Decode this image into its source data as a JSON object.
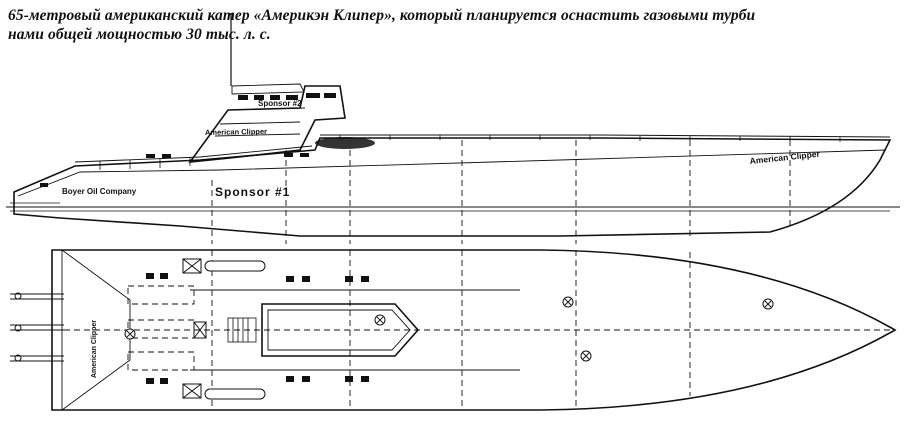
{
  "caption": {
    "line1": "65-метровый американский катер «Америкэн Клипер», который планируется оснастить газовыми турби",
    "line2": "нами общей мощностью 30 тыс. л. с."
  },
  "side_view": {
    "hull_label_bow": "American Clipper",
    "hull_label_deck": "American Clipper",
    "hull_label_aft": "Boyer Oil Company",
    "sponsor_hull": "Sponsor #1",
    "sponsor_mast": "Sponsor #2"
  },
  "top_view": {
    "transom_label": "American Clipper"
  }
}
